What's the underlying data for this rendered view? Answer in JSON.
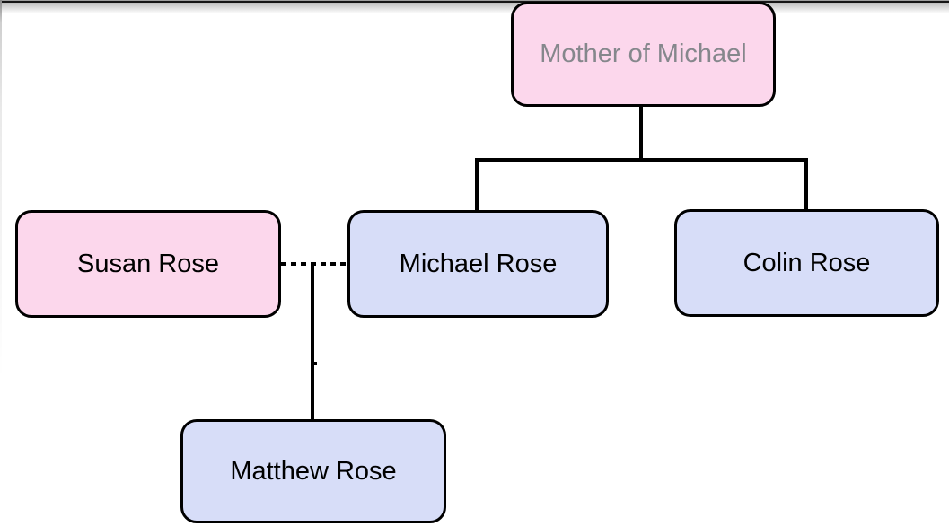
{
  "diagram": {
    "type": "family-tree",
    "nodes": {
      "mother": {
        "label": "Mother of Michael",
        "style": "placeholder",
        "gender_fill": "female"
      },
      "susan": {
        "label": "Susan Rose",
        "gender_fill": "female"
      },
      "michael": {
        "label": "Michael Rose",
        "gender_fill": "male"
      },
      "colin": {
        "label": "Colin Rose",
        "gender_fill": "male"
      },
      "matthew": {
        "label": "Matthew Rose",
        "gender_fill": "male"
      }
    },
    "edges": [
      {
        "from": "mother",
        "to": "michael",
        "type": "parent-child",
        "style": "solid"
      },
      {
        "from": "mother",
        "to": "colin",
        "type": "parent-child",
        "style": "solid"
      },
      {
        "from": "susan",
        "to": "michael",
        "type": "partnership",
        "style": "dashed"
      },
      {
        "from": "susan-michael",
        "to": "matthew",
        "type": "parent-child",
        "style": "solid"
      }
    ],
    "colors": {
      "female_node_fill": "#fcd7ec",
      "male_node_fill": "#d7ddf8",
      "node_border": "#000000",
      "node_text": "#000000",
      "placeholder_text": "#85878c",
      "connector": "#000000"
    }
  }
}
